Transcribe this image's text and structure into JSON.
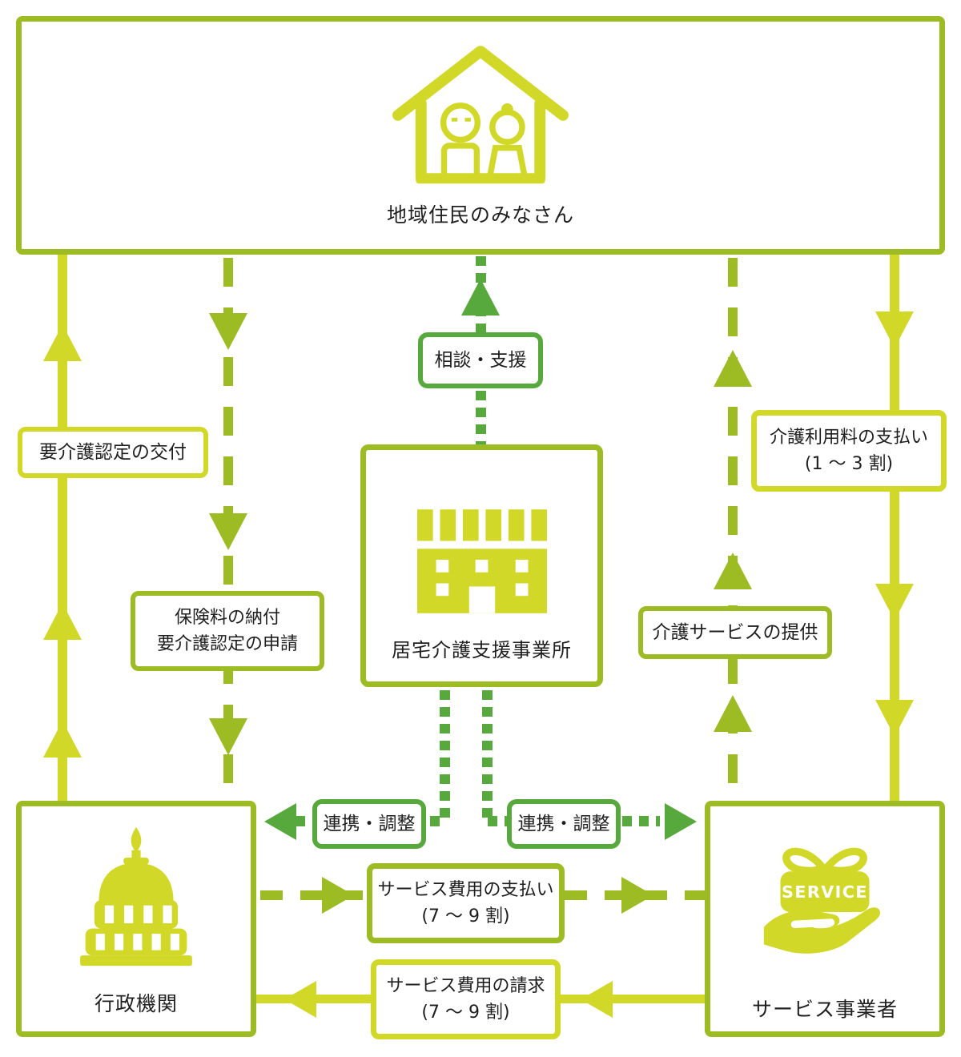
{
  "palette": {
    "yellow": "#d2d827",
    "olive": "#9dbc23",
    "green": "#58a93d",
    "text": "#1f1f1f"
  },
  "nodes": {
    "residents": {
      "label": "地域住民のみなさん"
    },
    "care_office": {
      "label": "居宅介護支援事業所"
    },
    "government": {
      "label": "行政機関"
    },
    "provider": {
      "label": "サービス事業者",
      "gift_text": "SERVICE"
    }
  },
  "flows": {
    "consult_support": "相談・支援",
    "certification_grant": "要介護認定の交付",
    "premium_payment_line1": "保険料の納付",
    "premium_payment_line2": "要介護認定の申請",
    "usage_fee_line1": "介護利用料の支払い",
    "usage_fee_line2": "(1 ～ 3 割)",
    "care_service_provision": "介護サービスの提供",
    "coordination_left": "連携・調整",
    "coordination_right": "連携・調整",
    "service_cost_payment_line1": "サービス費用の支払い",
    "service_cost_payment_line2": "(7 ～ 9 割)",
    "service_cost_billing_line1": "サービス費用の請求",
    "service_cost_billing_line2": "(7 ～ 9 割)"
  }
}
